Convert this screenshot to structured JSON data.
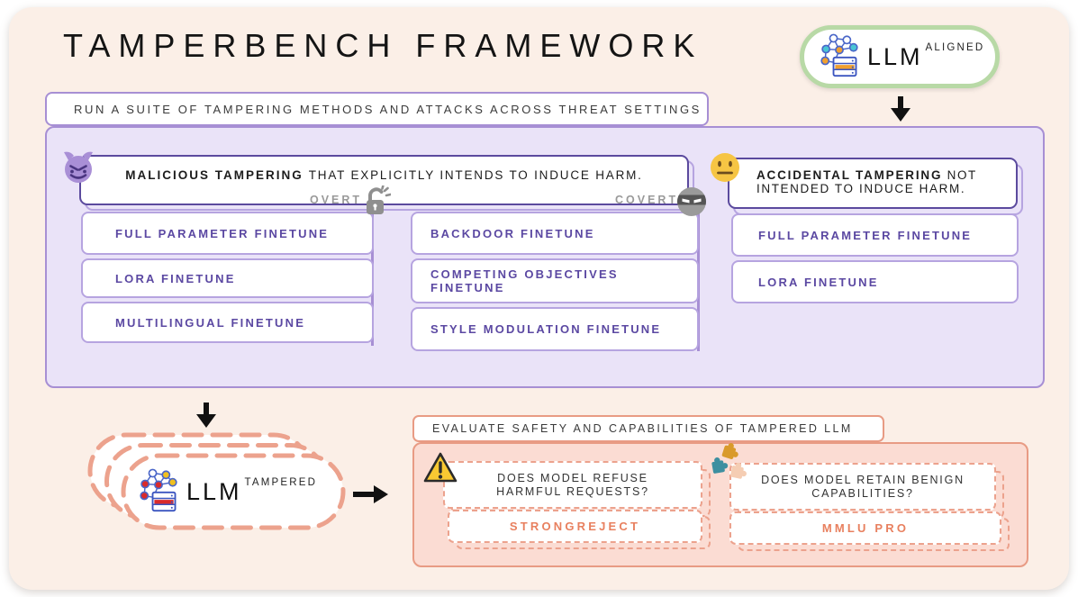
{
  "page": {
    "title": "TAMPERBENCH FRAMEWORK"
  },
  "aligned_model": {
    "label": "LLM",
    "superscript": "ALIGNED"
  },
  "pipeline": {
    "run_suite_header": "RUN A SUITE OF TAMPERING METHODS AND ATTACKS ACROSS THREAT SETTINGS"
  },
  "malicious": {
    "header_bold": "MALICIOUS TAMPERING",
    "header_rest": "THAT EXPLICITLY INTENDS TO INDUCE HARM.",
    "overt_label": "OVERT",
    "covert_label": "COVERT",
    "overt_methods": [
      "FULL PARAMETER FINETUNE",
      "LORA FINETUNE",
      "MULTILINGUAL FINETUNE"
    ],
    "covert_methods": [
      "BACKDOOR FINETUNE",
      "COMPETING OBJECTIVES FINETUNE",
      "STYLE MODULATION FINETUNE"
    ]
  },
  "accidental": {
    "header_bold": "ACCIDENTAL TAMPERING",
    "header_rest": " NOT INTENDED TO INDUCE HARM.",
    "methods": [
      "FULL PARAMETER FINETUNE",
      "LORA FINETUNE"
    ]
  },
  "tampered_model": {
    "label": "LLM",
    "superscript": "TAMPERED"
  },
  "evaluation": {
    "header": "EVALUATE SAFETY AND CAPABILITIES OF TAMPERED LLM",
    "safety": {
      "question": "DOES MODEL REFUSE HARMFUL REQUESTS?",
      "benchmark": "STRONGREJECT"
    },
    "capabilities": {
      "question": "DOES MODEL RETAIN BENIGN CAPABILITIES?",
      "benchmark": "MMLU PRO"
    }
  },
  "icons": {
    "aligned_model": "llm-network-server-icon",
    "tampered_model": "llm-network-server-tampered-icon",
    "malicious": "purple-devil-emoji",
    "accidental": "neutral-face-emoji",
    "overt": "open-padlock-icon",
    "covert": "ninja-face-icon",
    "safety": "warning-triangle-icon",
    "capabilities": "puzzle-pieces-icon",
    "flow": "black-arrow-icon"
  },
  "colors": {
    "background_card": "#FBEFE7",
    "purple_panel": "#EAE3F8",
    "purple_border": "#A78FD4",
    "deep_purple_border": "#5B4A9E",
    "light_purple_border": "#B6A4E0",
    "purple_text": "#5B48A2",
    "green_border": "#B8D9A6",
    "salmon_panel": "#FBDCD3",
    "salmon_border": "#E89B84",
    "salmon_dashed": "#ECA28D",
    "salmon_text": "#E8805F",
    "gray_label": "#9A9A9A",
    "arrow": "#111111"
  }
}
